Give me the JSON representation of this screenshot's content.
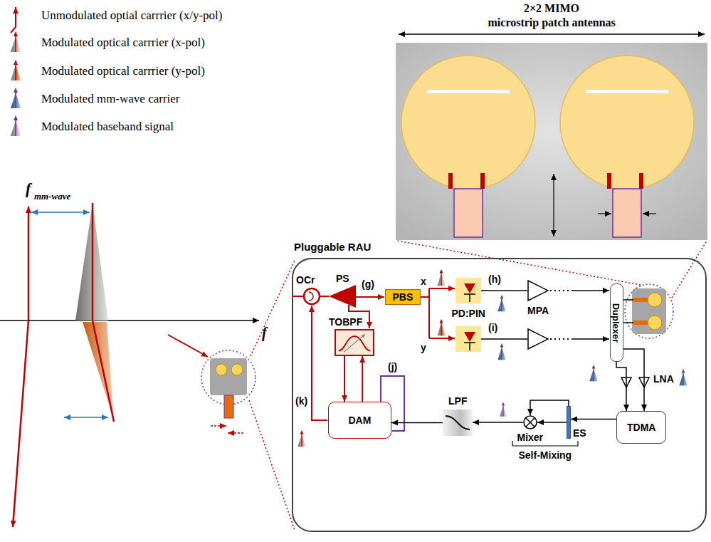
{
  "diagram": {
    "nodes": [
      {
        "text": [
          "2×2 MIMO",
          "microstrip patch antennas"
        ]
      },
      {
        "text": [
          "Pluggable RAU"
        ]
      },
      {
        "text": [
          "PBS"
        ],
        "in": 1
      },
      {
        "text": [
          "TOBPF"
        ],
        "in": 1
      },
      {
        "text": [
          "DAM"
        ],
        "in": 1
      },
      {
        "text": [
          "LPF"
        ],
        "in": 1
      },
      {
        "text": [
          "Mixer"
        ],
        "in": 1
      },
      {
        "text": [
          "ES"
        ],
        "in": 1
      },
      {
        "text": [
          "TDMA"
        ],
        "in": 1
      },
      {
        "text": [
          "Duplexer"
        ],
        "in": 1
      }
    ],
    "edges": [
      {
        "from": 3,
        "to": 4,
        "arrow": "to"
      },
      {
        "from": 4,
        "to": 3,
        "arrow": "to"
      },
      {
        "from": 5,
        "to": 4,
        "arrow": "to"
      },
      {
        "from": 6,
        "to": 5,
        "arrow": "to"
      },
      {
        "from": 7,
        "to": 6,
        "arrow": "to"
      },
      {
        "from": 7,
        "to": 6,
        "arrow": "to"
      },
      {
        "from": 8,
        "to": 7,
        "arrow": "to"
      },
      {
        "from": 9,
        "to": 8,
        "arrow": "to"
      },
      {
        "from": 9,
        "to": 8,
        "arrow": "to"
      }
    ],
    "labels": [
      "f",
      "mm-wave",
      "f",
      "OCr",
      "PS",
      "(g)",
      "x",
      "y",
      "PD:PIN",
      "(h)",
      "(i)",
      "MPA",
      "LNA",
      "(j)",
      "(k)",
      "Self-Mixing"
    ],
    "legend": [
      {
        "text": "Unmodulated optial carrrier (x/y-pol)"
      },
      {
        "text": "Modulated optical carrrier (x-pol)"
      },
      {
        "text": "Modulated optical carrrier (y-pol)"
      },
      {
        "text": "Modulated mm-wave carrier"
      },
      {
        "text": "Modulated baseband signal"
      }
    ]
  }
}
